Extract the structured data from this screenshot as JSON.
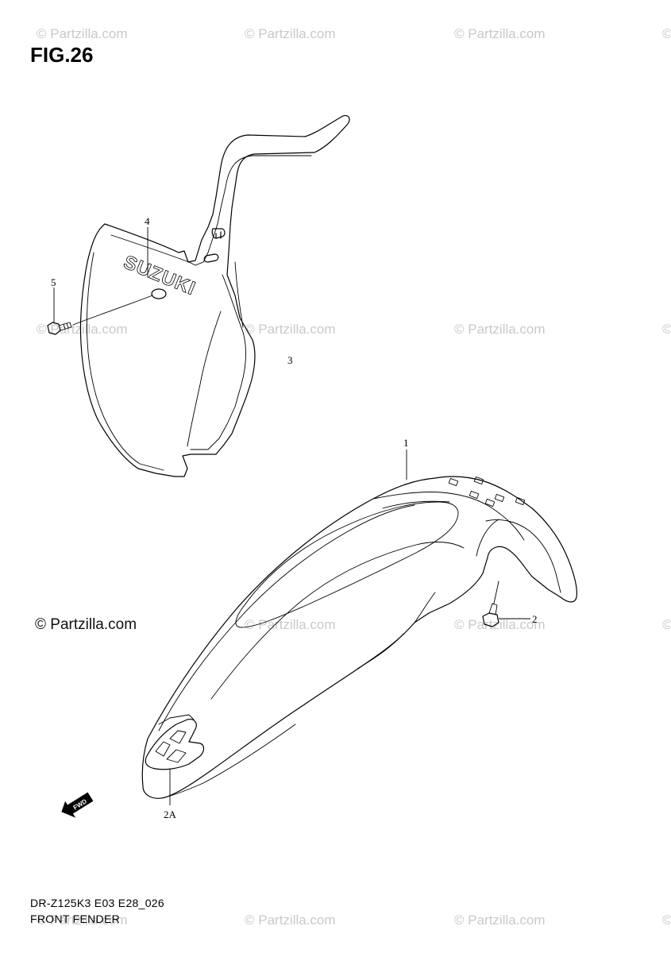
{
  "figure": {
    "title": "FIG.26",
    "model_code": "DR-Z125K3 E03 E28_026",
    "caption": "FRONT FENDER"
  },
  "watermarks": {
    "small_text": "© Partzilla.com",
    "center_text": "© Partzilla.com"
  },
  "callouts": {
    "c1": "1",
    "c2": "2",
    "c2a": "2A",
    "c3": "3",
    "c4": "4",
    "c5": "5"
  },
  "decal_text": "SUZUKI",
  "arrow_label": "FWD"
}
